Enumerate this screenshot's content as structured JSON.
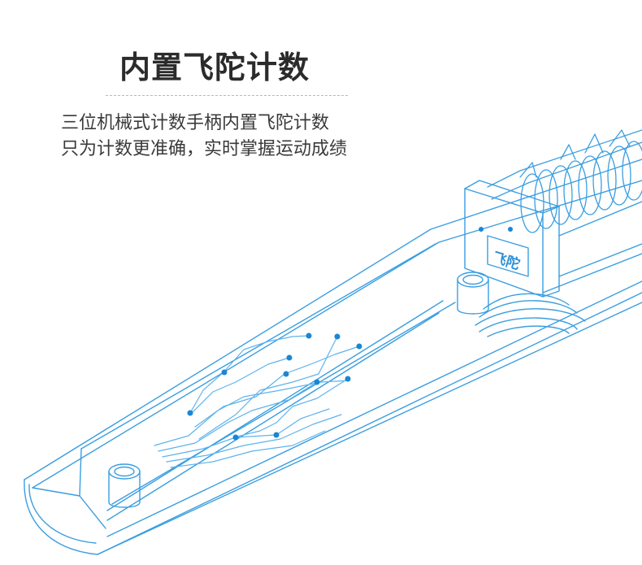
{
  "heading": {
    "title": "内置飞陀计数"
  },
  "description": {
    "lines": [
      "三位机械式计数手柄内置飞陀计数",
      "只为计数更准确，实时掌握运动成绩"
    ]
  },
  "illustration": {
    "badge_label": "飞陀",
    "line_color": "#3a9ee0",
    "dot_color": "#1a86d4"
  }
}
